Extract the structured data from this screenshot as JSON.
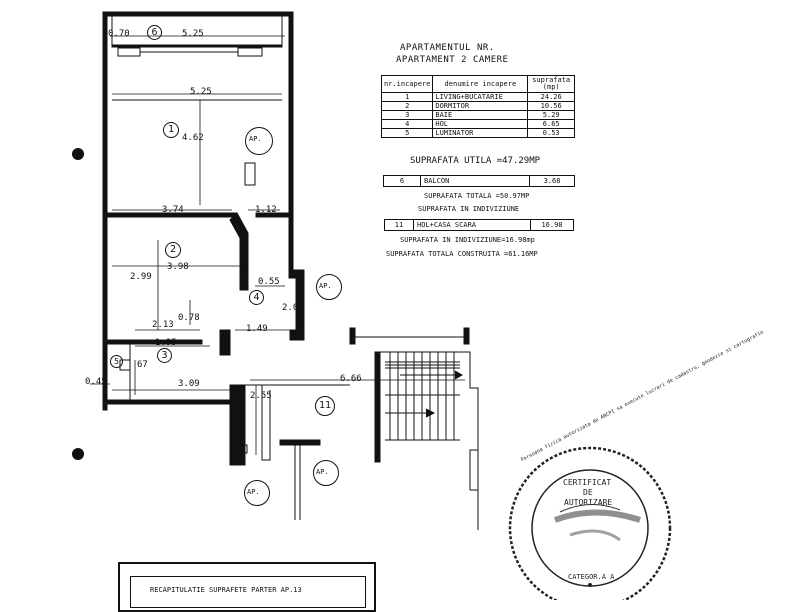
{
  "title": {
    "line1": "APARTAMENTUL NR.",
    "line2": "APARTAMENT 2 CAMERE"
  },
  "room_table": {
    "headers": [
      "nr.incapere",
      "denumire incapere",
      "suprafata (mp)"
    ],
    "rows": [
      {
        "nr": "1",
        "name": "LIVING+BUCATARIE",
        "area": "24.26"
      },
      {
        "nr": "2",
        "name": "DORMITOR",
        "area": "10.56"
      },
      {
        "nr": "3",
        "name": "BAIE",
        "area": "5.29"
      },
      {
        "nr": "4",
        "name": "HOL",
        "area": "6.65"
      },
      {
        "nr": "5",
        "name": "LUMINATOR",
        "area": "0.53"
      }
    ]
  },
  "suprafata_utila": "SUPRAFATA UTILA =47.29MP",
  "balcon": {
    "nr": "6",
    "name": "BALCON",
    "area": "3.68"
  },
  "suprafata_totala": "SUPRAFATA TOTALA =50.97MP",
  "suprafata_indiviziune_title": "SUPRAFATA IN INDIVIZIUNE",
  "common": {
    "nr": "11",
    "name": "HOL+CASA SCARA",
    "area": "16.98"
  },
  "suprafata_indiviziune_value": "SUPRAFATA IN INDIVIZIUNE=16.98mp",
  "suprafata_construita": "SUPRAFATA TOTALA CONSTRUITA =61.16MP",
  "dimensions": {
    "d_070": "0.70",
    "d_525_top": "5.25",
    "d_525_inner": "5.25",
    "d_462": "4.62",
    "d_374": "3.74",
    "d_112": "1.12",
    "d_398": "3.98",
    "d_299": "2.99",
    "d_055": "0.55",
    "d_202": "2.02",
    "d_078": "0.78",
    "d_213": "2.13",
    "d_149": "1.49",
    "d_195": "1.95",
    "d_67": "67",
    "d_045": "0.45",
    "d_309": "3.09",
    "d_666": "6.66",
    "d_255": "2.55"
  },
  "room_markers": [
    "1",
    "2",
    "3",
    "4",
    "5",
    "6",
    "11"
  ],
  "ap_labels": [
    "AP.",
    "AP.",
    "AP.",
    "AP."
  ],
  "stamp": {
    "center_line1": "CERTIFICAT",
    "center_line2": "DE",
    "center_line3": "AUTORIZARE",
    "category": "CATEGOR.A A",
    "ring": "Persoana fizica autorizata de ANCPI sa execute lucrari de cadastru, geodezie si cartografie"
  },
  "recap": {
    "title": "RECAPITULATIE SUPRAFETE PARTER AP.13"
  }
}
